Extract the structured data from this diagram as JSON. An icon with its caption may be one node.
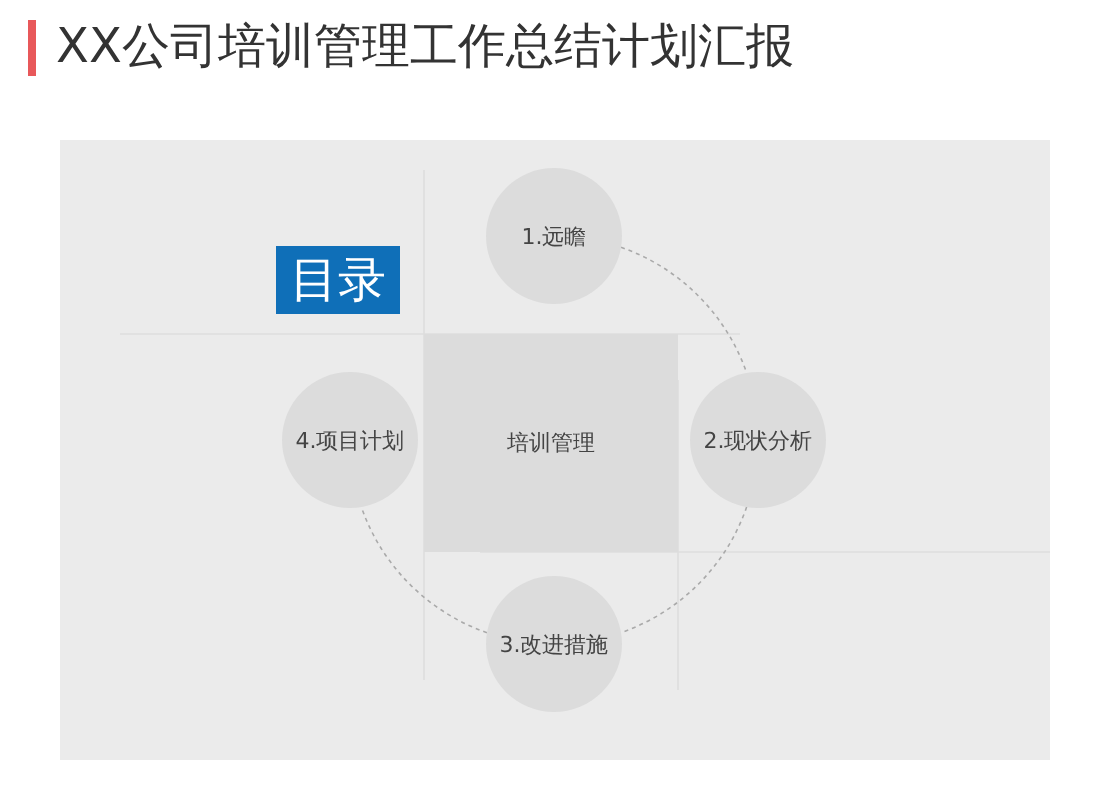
{
  "diagram": {
    "title": "XX公司培训管理工作总结计划汇报",
    "nodes": [
      {
        "text": [
          "目录"
        ]
      },
      {
        "text": [
          "培训管理"
        ]
      },
      {
        "text": [
          "1.远瞻"
        ]
      },
      {
        "text": [
          "2.现状分析"
        ]
      },
      {
        "text": [
          "3.改进措施"
        ]
      },
      {
        "text": [
          "4.项目计划"
        ]
      }
    ],
    "edges": [
      {
        "from": 2,
        "to": 3,
        "arrow": "none",
        "style": "dashed"
      },
      {
        "from": 3,
        "to": 4,
        "arrow": "none",
        "style": "dashed"
      },
      {
        "from": 4,
        "to": 5,
        "arrow": "none",
        "style": "dashed"
      }
    ]
  }
}
